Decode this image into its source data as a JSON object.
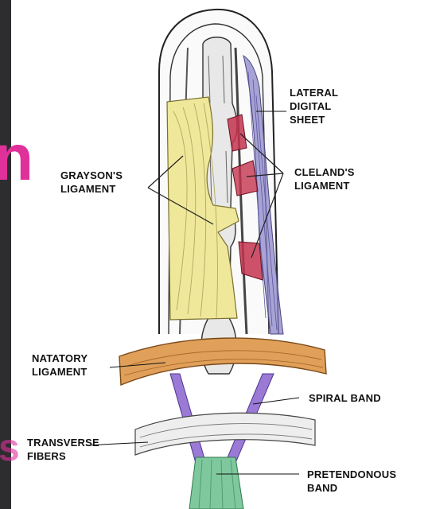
{
  "labels": {
    "lateral_digital_sheet": [
      "LATERAL",
      "DIGITAL",
      "SHEET"
    ],
    "graysons_ligament": [
      "GRAYSON'S",
      "LIGAMENT"
    ],
    "clelands_ligament": [
      "CLELAND'S",
      "LIGAMENT"
    ],
    "natatory_ligament": [
      "NATATORY",
      "LIGAMENT"
    ],
    "spiral_band": [
      "SPIRAL BAND"
    ],
    "transverse_fibers": [
      "TRANSVERSE",
      "FIBERS"
    ],
    "pretendonous_band": [
      "PRETENDONOUS",
      "BAND"
    ]
  },
  "background_fragments": {
    "left_glyph": "n",
    "bottom_glyph": "s"
  },
  "colors": {
    "grayson": "#efe89a",
    "cleland": "#c4344f",
    "natatory": "#e0a05a",
    "spiral": "#9b7ad6",
    "lateral_sheet": "#8c86c8",
    "pretendonous": "#7fc79d",
    "accent_pink": "#e0309a"
  }
}
